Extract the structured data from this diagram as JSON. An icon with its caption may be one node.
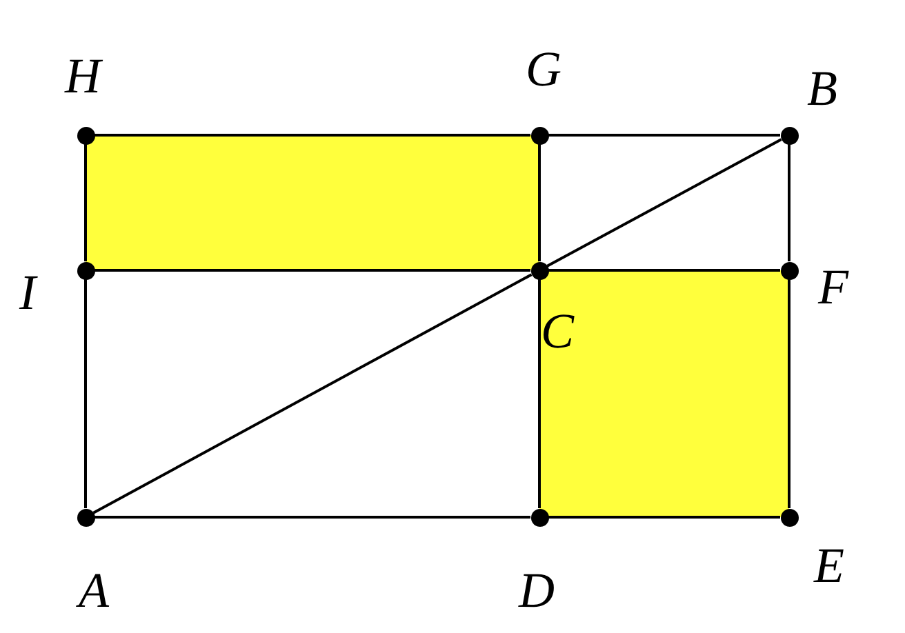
{
  "diagram": {
    "nodes": [
      {
        "text": [
          "H"
        ]
      },
      {
        "text": [
          "G"
        ]
      },
      {
        "text": [
          "B"
        ]
      },
      {
        "text": [
          "I"
        ]
      },
      {
        "text": [
          "C"
        ]
      },
      {
        "text": [
          "F"
        ]
      },
      {
        "text": [
          "A"
        ]
      },
      {
        "text": [
          "D"
        ]
      },
      {
        "text": [
          "E"
        ]
      }
    ],
    "edges": [
      {
        "from": 0,
        "to": 1,
        "arrow": "none"
      },
      {
        "from": 1,
        "to": 2,
        "arrow": "none"
      },
      {
        "from": 0,
        "to": 3,
        "arrow": "none"
      },
      {
        "from": 3,
        "to": 6,
        "arrow": "none"
      },
      {
        "from": 3,
        "to": 4,
        "arrow": "none"
      },
      {
        "from": 4,
        "to": 5,
        "arrow": "none"
      },
      {
        "from": 2,
        "to": 5,
        "arrow": "none"
      },
      {
        "from": 5,
        "to": 8,
        "arrow": "none"
      },
      {
        "from": 6,
        "to": 7,
        "arrow": "none"
      },
      {
        "from": 7,
        "to": 8,
        "arrow": "none"
      },
      {
        "from": 1,
        "to": 4,
        "arrow": "none"
      },
      {
        "from": 4,
        "to": 7,
        "arrow": "none"
      },
      {
        "from": 6,
        "to": 4,
        "arrow": "none"
      },
      {
        "from": 4,
        "to": 2,
        "arrow": "none"
      }
    ]
  }
}
